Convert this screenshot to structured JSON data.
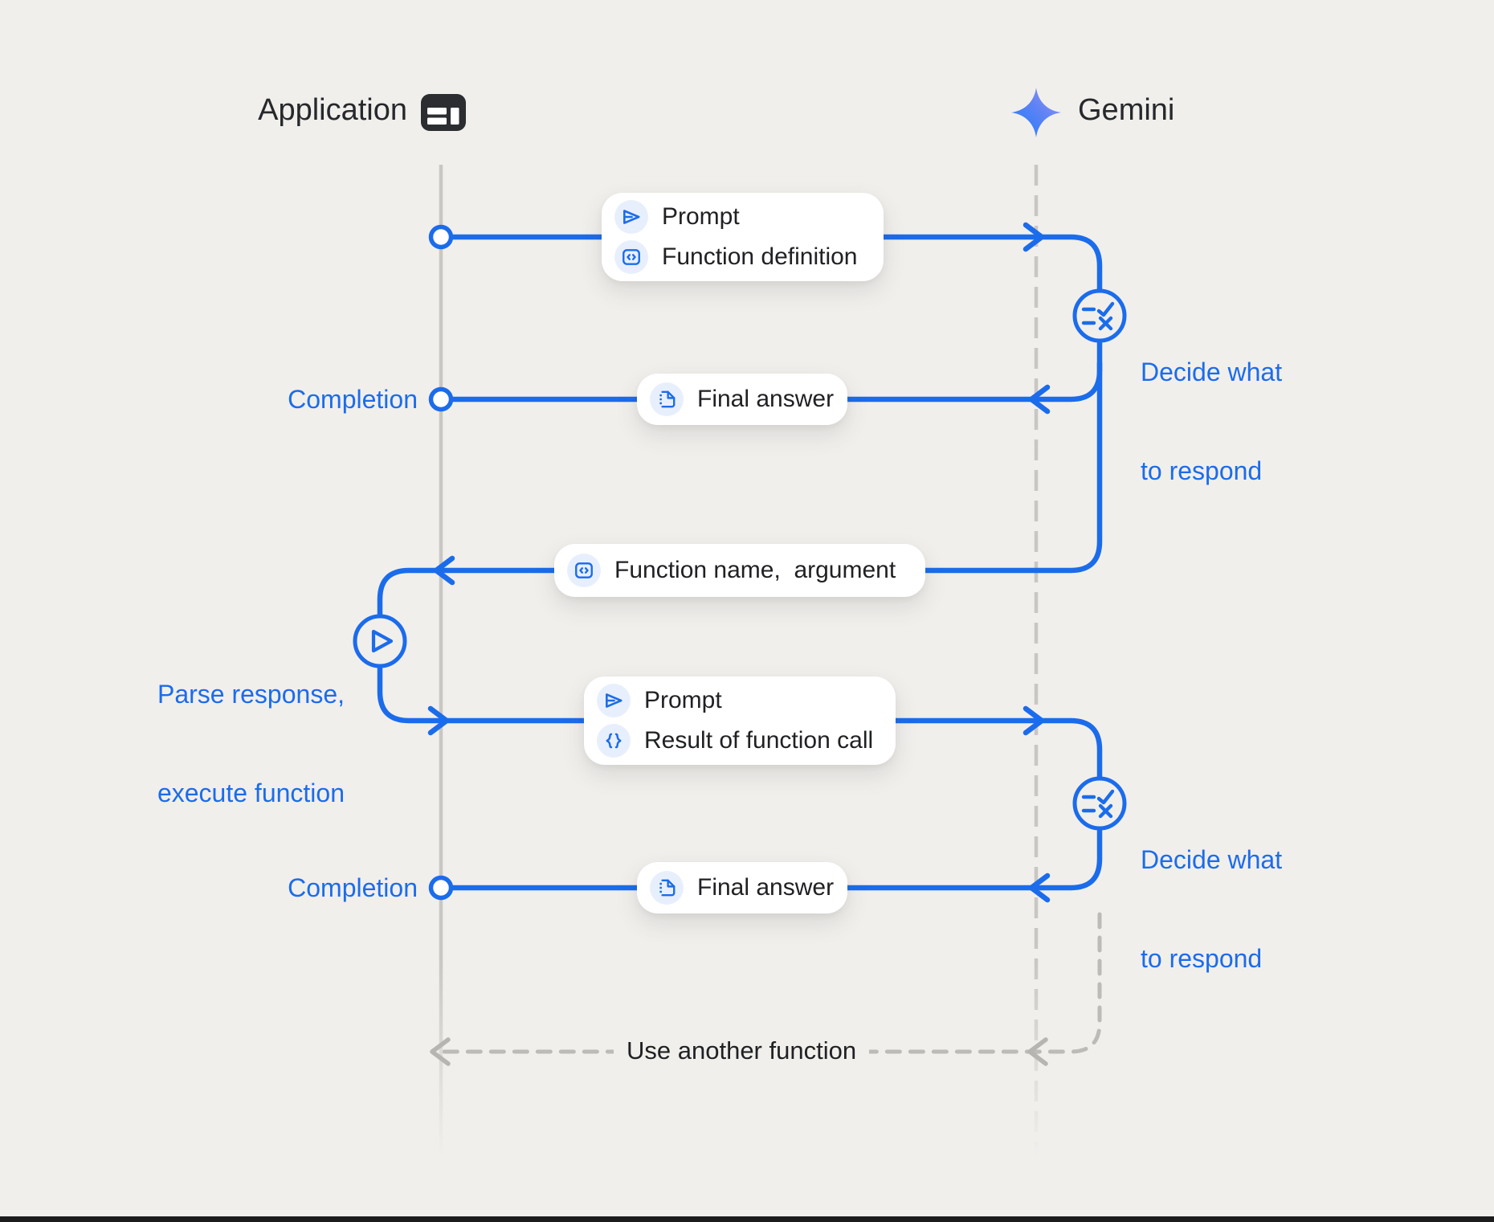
{
  "actors": {
    "application": {
      "label": "Application",
      "icon": "app-window-icon"
    },
    "gemini": {
      "label": "Gemini",
      "icon": "gemini-sparkle-icon"
    }
  },
  "messages": [
    {
      "id": "prompt-and-function-definition",
      "direction": "app-to-gemini",
      "items": [
        {
          "icon": "send-icon",
          "label": "Prompt"
        },
        {
          "icon": "code-icon",
          "label": "Function definition"
        }
      ]
    },
    {
      "id": "final-answer-1",
      "direction": "gemini-to-app",
      "items": [
        {
          "icon": "document-icon",
          "label": "Final answer"
        }
      ]
    },
    {
      "id": "function-name-argument",
      "direction": "gemini-to-app",
      "items": [
        {
          "icon": "code-icon",
          "label": "Function name,  argument"
        }
      ]
    },
    {
      "id": "prompt-and-result",
      "direction": "app-to-gemini",
      "items": [
        {
          "icon": "send-icon",
          "label": "Prompt"
        },
        {
          "icon": "braces-icon",
          "label": "Result of function call"
        }
      ]
    },
    {
      "id": "final-answer-2",
      "direction": "gemini-to-app",
      "items": [
        {
          "icon": "document-icon",
          "label": "Final answer"
        }
      ]
    }
  ],
  "annotations": {
    "completion_1": "Completion",
    "completion_2": "Completion",
    "decide_1": {
      "line1": "Decide what",
      "line2": "to respond"
    },
    "decide_2": {
      "line1": "Decide what",
      "line2": "to respond"
    },
    "parse": {
      "line1": "Parse response,",
      "line2": "execute function"
    },
    "use_another": "Use another function"
  },
  "colors": {
    "accent_blue": "#1B6CEB",
    "lifeline_gray": "#C9C7C4",
    "dashed_gray": "#BDBBB8",
    "text_dark": "#202124",
    "icon_chip_bg": "#E8EFFC",
    "box_bg": "#FFFFFF",
    "page_bg": "#F1EFEC",
    "gemini_gradient_start": "#1C7DFD",
    "gemini_gradient_end": "#A09AF7"
  }
}
